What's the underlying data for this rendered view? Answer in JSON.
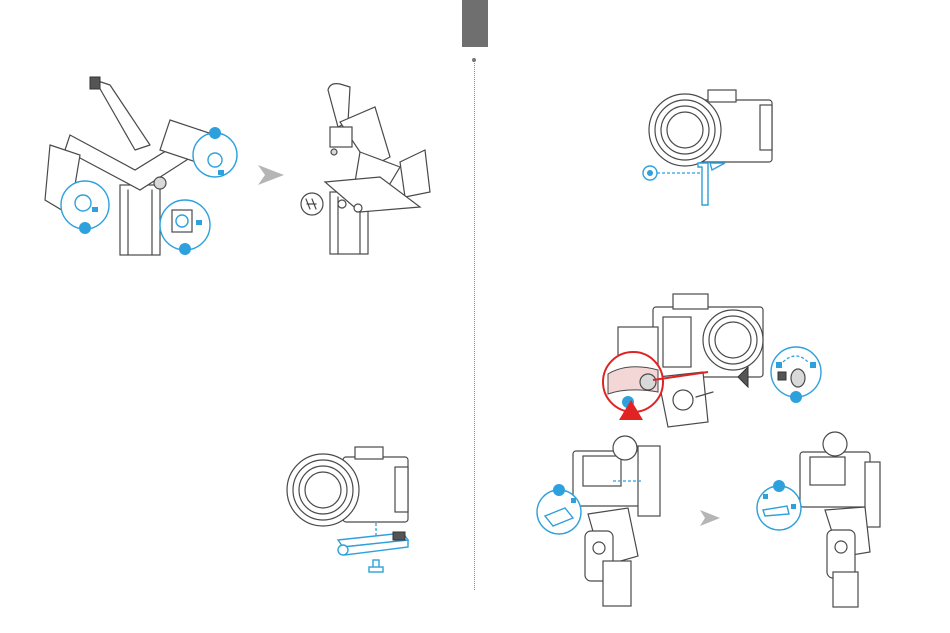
{
  "page": {
    "accent_color": "#2ea1dc",
    "tab_color": "#6f6f6f",
    "warning_color": "#e02424"
  },
  "figures": [
    {
      "id": "gimbal-unlock-axes",
      "icons": [
        "lock-icon",
        "unlock-icon"
      ]
    },
    {
      "id": "arrow-next-1",
      "icons": [
        "arrow-right-icon"
      ]
    },
    {
      "id": "gimbal-unfolded",
      "icons": []
    },
    {
      "id": "camera-attach-screw",
      "icons": [
        "screw-icon"
      ]
    },
    {
      "id": "camera-quick-release-plate",
      "icons": [
        "plate-icon"
      ]
    },
    {
      "id": "camera-mount-gimbal",
      "icons": [
        "warning-triangle-icon",
        "knob-icon",
        "lock-icon"
      ]
    },
    {
      "id": "gimbal-lock-lever-open",
      "icons": [
        "lock-icon"
      ]
    },
    {
      "id": "arrow-next-2",
      "icons": [
        "arrow-right-icon"
      ]
    },
    {
      "id": "gimbal-lock-lever-closed",
      "icons": [
        "lock-icon"
      ]
    }
  ]
}
